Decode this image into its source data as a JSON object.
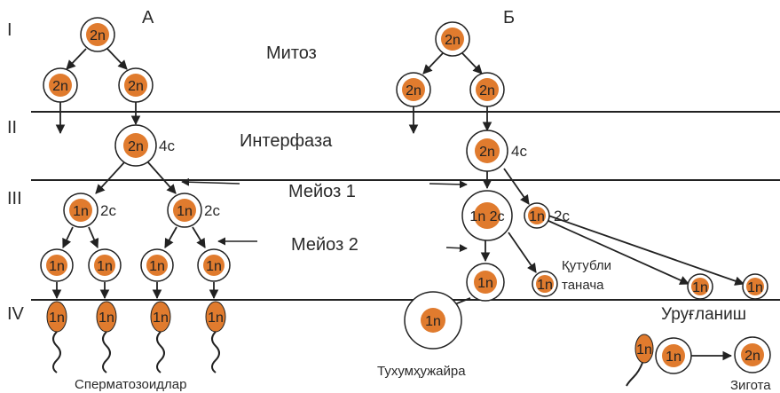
{
  "columns": {
    "left": "А",
    "right": "Б"
  },
  "stages": [
    "I",
    "II",
    "III",
    "IV"
  ],
  "phases": {
    "mitosis": "Митоз",
    "interphase": "Интерфаза",
    "meiosis1": "Мейоз 1",
    "meiosis2": "Мейоз 2"
  },
  "ploidy": {
    "diploid": "2n",
    "haploid": "1n"
  },
  "chromatids": {
    "four": "4c",
    "two": "2c"
  },
  "oogenesis_cell_label": "1n 2c",
  "labels": {
    "spermatozoa": "Сперматозоидлар",
    "polar_body": "Қутубли\nтанача",
    "ovum": "Тухумҳужайра",
    "fertilization": "Уруғланиш",
    "zygote": "Зигота"
  },
  "colors": {
    "nucleus": "#e07b2e",
    "line": "#222222"
  }
}
